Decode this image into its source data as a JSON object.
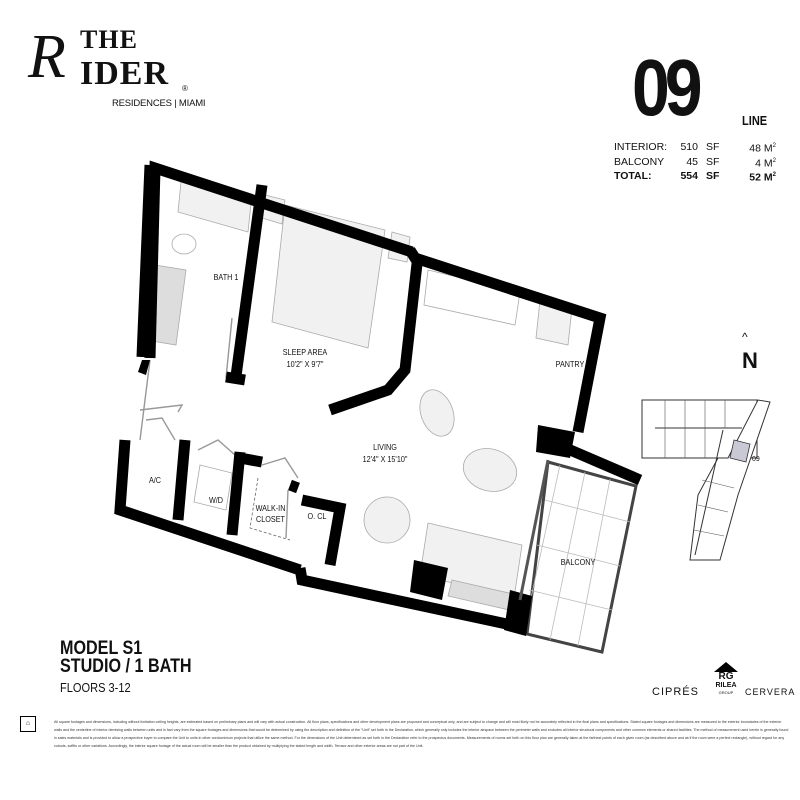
{
  "logo": {
    "the": "THE",
    "r": "R",
    "ider": "IDER",
    "registered": "®",
    "subtitle": "RESIDENCES | MIAMI"
  },
  "unit_line": {
    "number": "09",
    "word": "LINE"
  },
  "areas": [
    {
      "label": "INTERIOR:",
      "sf": "510",
      "sf_unit": "SF",
      "m2": "48",
      "m2_unit": "M",
      "bold": false
    },
    {
      "label": "BALCONY",
      "sf": "45",
      "sf_unit": "SF",
      "m2": "4",
      "m2_unit": "M",
      "bold": false
    },
    {
      "label": "TOTAL:",
      "sf": "554",
      "sf_unit": "SF",
      "m2": "52",
      "m2_unit": "M",
      "bold": true
    }
  ],
  "rooms": {
    "bath": "BATH 1",
    "sleep": "SLEEP AREA",
    "sleep_dim": "10'2\" X 9'7\"",
    "living": "LIVING",
    "living_dim": "12'4\" X 15'10\"",
    "pantry": "PANTRY",
    "ac": "A/C",
    "wd": "W/D",
    "walkin": "WALK-IN",
    "closet": "CLOSET",
    "ocl": "O. CL",
    "balcony": "BALCONY"
  },
  "model": {
    "name": "MODEL S1",
    "type": "STUDIO / 1 BATH",
    "floors": "FLOORS  3-12"
  },
  "keyplan": {
    "north_arrow": "^",
    "north": "N",
    "unit_label": "09",
    "highlight_color": "#c9c9d6"
  },
  "brands": {
    "cipres": "CIPRÉS",
    "rilea": "RILEA",
    "rilea_mark": "RG",
    "rilea_sub": "GROUP",
    "cervera": "CERVERA"
  },
  "disclaimer": "All square footages and dimensions, including without limitation ceiling heights, are estimated based on preliminary plans and will vary with actual construction. All floor plans, specifications and other development plans are proposed and conceptual only, and are subject to change and will most likely not be accurately reflected in the final plans and specifications. Stated square footages and dimensions are measured to the exterior boundaries of the exterior walls and the centerline of interior demising walls between units and in fact vary from the square footages and dimensions that would be determined by using the description and definition of the \"Unit\" set forth in the Declaration, which generally only includes the interior airspace between the perimeter walls and excludes all interior structural components and other common elements or shared facilities. The method of measurement used herein is generally found in sales materials and is provided to allow a prospective buyer to compare the Unit to units in other condominium projects that utilize the same method. For the dimensions of the Unit determined as set forth in the Declaration refer to the prospectus documents. Measurements of rooms set forth on this floor plan are generally taken at the farthest points of each given room (as described above and as if the room were a perfect rectangle), without regard for any cutouts, soffits or other variations. Accordingly, the interior square footage of the actual room will be smaller than the product obtained by multiplying the stated length and width. Terrace and other exterior areas are not part of the Unit."
}
